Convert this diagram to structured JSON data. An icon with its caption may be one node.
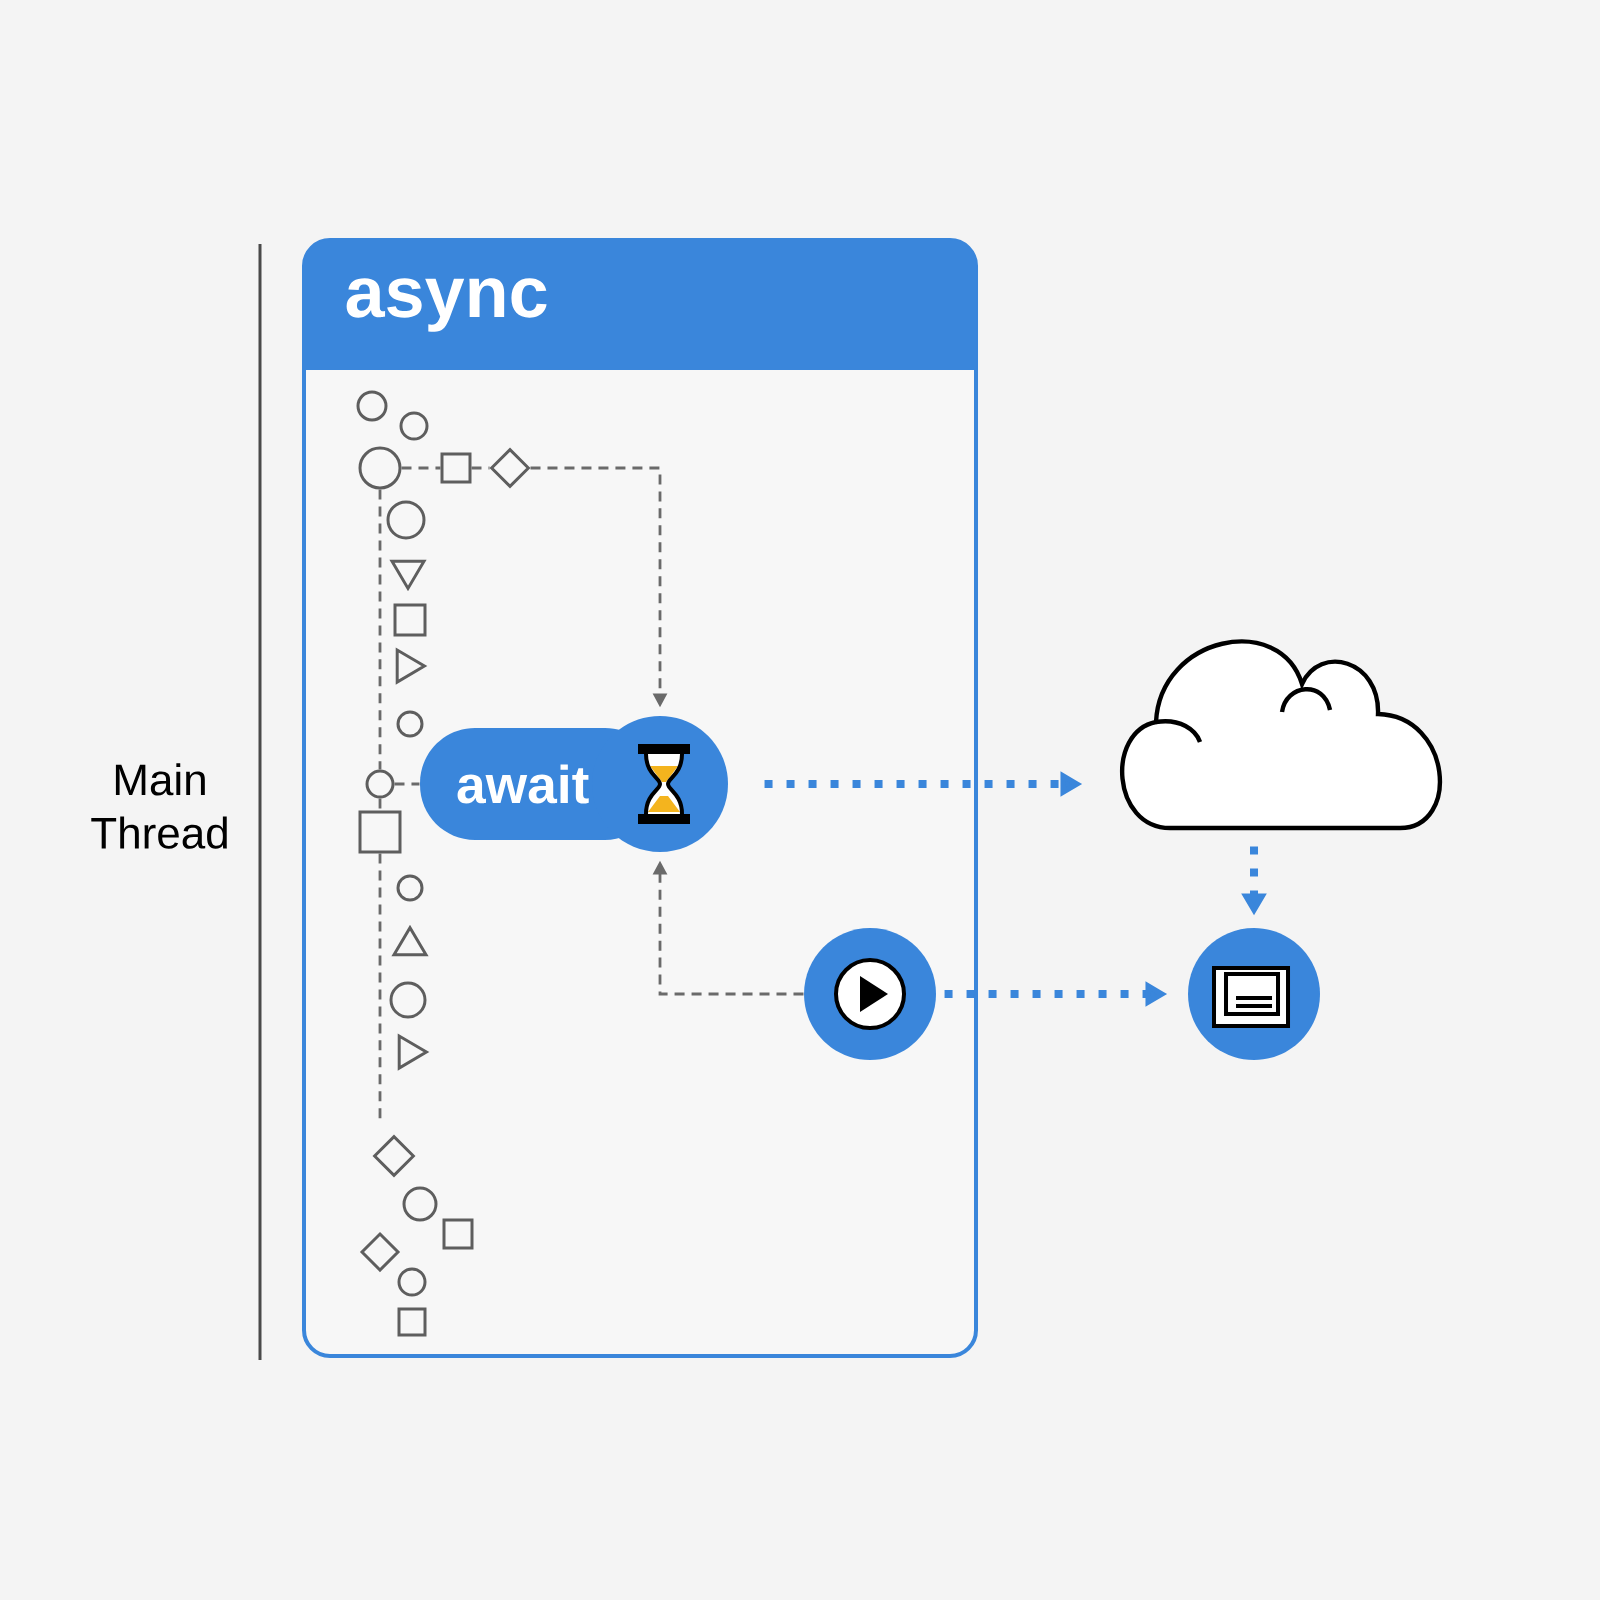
{
  "diagram": {
    "nodes": [
      {
        "text": [
          "async"
        ]
      },
      {
        "text": [],
        "shape": "circle",
        "in": 0
      },
      {
        "text": [],
        "shape": "box",
        "in": 0
      },
      {
        "text": [],
        "shape": "diamond",
        "in": 0
      },
      {
        "text": [],
        "shape": "circle",
        "in": 0
      },
      {
        "text": [
          "await"
        ],
        "in": 0
      },
      {
        "text": [],
        "shape": "box",
        "in": 0
      },
      {
        "text": [],
        "shape": "circle",
        "in": 0
      },
      {
        "text": [],
        "shape": "cloud"
      },
      {
        "text": [],
        "shape": "circle"
      },
      {
        "text": [],
        "shape": "diamond",
        "in": 0
      }
    ],
    "edges": [
      {
        "from": 1,
        "to": 2,
        "arrow": "none",
        "style": "dashed"
      },
      {
        "from": 2,
        "to": 3,
        "arrow": "none",
        "style": "dashed"
      },
      {
        "from": 3,
        "to": 5,
        "arrow": "to",
        "style": "dashed"
      },
      {
        "from": 4,
        "to": 5,
        "arrow": "none",
        "style": "dashed"
      },
      {
        "from": 1,
        "to": 4,
        "arrow": "none",
        "style": "dashed"
      },
      {
        "from": 4,
        "to": 6,
        "arrow": "none",
        "style": "dashed"
      },
      {
        "from": 6,
        "to": 10,
        "arrow": "none",
        "style": "dashed"
      },
      {
        "from": 7,
        "to": 5,
        "arrow": "to",
        "style": "dashed"
      },
      {
        "from": 5,
        "to": 8,
        "arrow": "to",
        "style": "dashed",
        "color": "#3a86db"
      },
      {
        "from": 8,
        "to": 9,
        "arrow": "to",
        "style": "dashed",
        "color": "#3a86db"
      },
      {
        "from": 7,
        "to": 9,
        "arrow": "to",
        "style": "dashed",
        "color": "#3a86db"
      }
    ],
    "labels": [
      "Main Thread"
    ]
  }
}
